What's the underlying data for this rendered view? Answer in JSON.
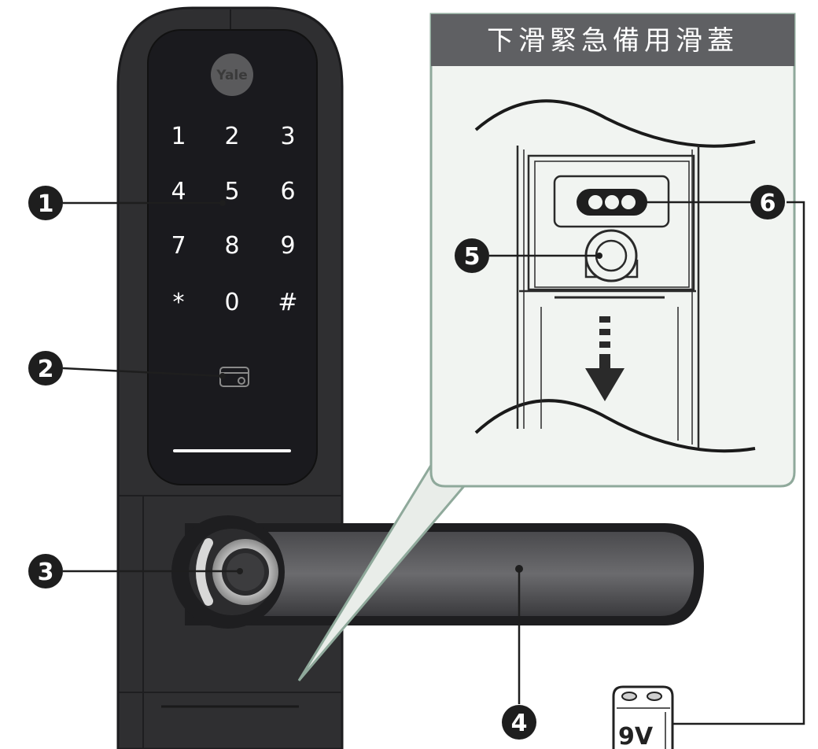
{
  "brand_logo": "Yale",
  "keypad": {
    "rows": [
      [
        "1",
        "2",
        "3"
      ],
      [
        "4",
        "5",
        "6"
      ],
      [
        "7",
        "8",
        "9"
      ],
      [
        "*",
        "0",
        "#"
      ]
    ]
  },
  "inset": {
    "title": "下滑緊急備用滑蓋"
  },
  "callouts": [
    "1",
    "2",
    "3",
    "4",
    "5",
    "6"
  ],
  "battery": {
    "label": "9V"
  },
  "colors": {
    "lock_body": "#2f2f31",
    "keypad_panel": "#1a1a1e",
    "inset_header": "#5f6063",
    "inset_bg": "#f1f4f1",
    "callout_badge": "#1e1e1e"
  }
}
